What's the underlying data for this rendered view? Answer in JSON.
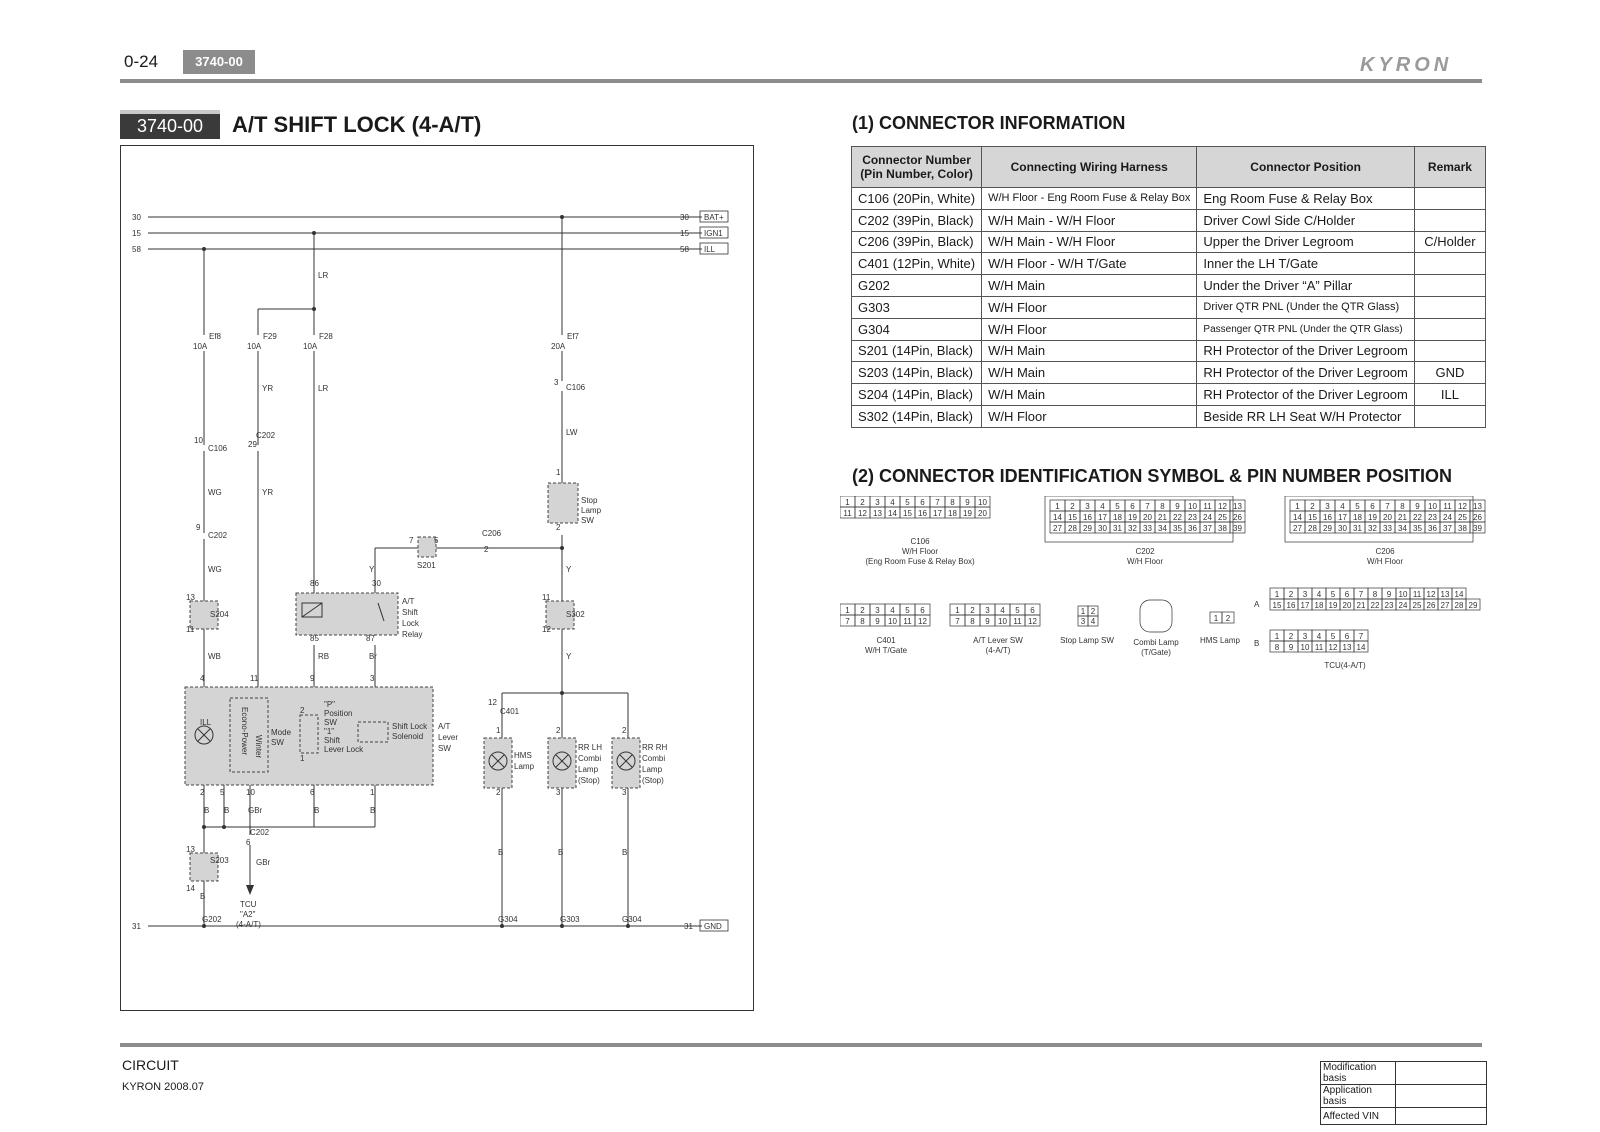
{
  "header": {
    "page_number": "0-24",
    "section_code": "3740-00",
    "brand": "KYRON"
  },
  "section": {
    "code": "3740-00",
    "title": "A/T SHIFT LOCK (4-A/T)"
  },
  "diagram": {
    "rails": [
      {
        "left": "30",
        "right": "30",
        "tag": "BAT+"
      },
      {
        "left": "15",
        "right": "15",
        "tag": "IGN1"
      },
      {
        "left": "58",
        "right": "58",
        "tag": "ILL"
      }
    ],
    "ground": {
      "left": "31",
      "right": "31",
      "tag": "GND"
    },
    "fuses": [
      {
        "name": "Ef8",
        "rating": "10A"
      },
      {
        "name": "F29",
        "rating": "10A"
      },
      {
        "name": "F28",
        "rating": "10A"
      },
      {
        "name": "Ef7",
        "rating": "20A"
      }
    ],
    "wire_labels": {
      "lr": "LR",
      "yr": "YR",
      "lw": "LW",
      "wg": "WG",
      "y": "Y",
      "wb": "WB",
      "rb": "RB",
      "br": "Br",
      "b": "B",
      "gbr": "GBr"
    },
    "connectors": {
      "c106": "C106",
      "c202": "C202",
      "c206": "C206",
      "c401": "C401",
      "s204": "S204",
      "s201": "S201",
      "s302": "S302",
      "s203": "S203",
      "g202": "G202",
      "g304": "G304",
      "g303": "G303"
    },
    "pins": {
      "p3": "3",
      "p10": "10",
      "p29": "29",
      "p9": "9",
      "p1": "1",
      "p2": "2",
      "p7": "7",
      "p5": "5",
      "p13": "13",
      "p11": "11",
      "p12": "12",
      "p14": "14",
      "p86": "86",
      "p30": "30",
      "p85": "85",
      "p87": "87",
      "p4": "4",
      "p6": "6"
    },
    "components": {
      "stop_lamp_sw": [
        "Stop",
        "Lamp",
        "SW"
      ],
      "relay": [
        "A/T",
        "Shift",
        "Lock",
        "Relay"
      ],
      "lever_sw": [
        "A/T",
        "Lever",
        "SW"
      ],
      "ill": "ILL",
      "mode_sw": [
        "Mode",
        "SW"
      ],
      "econo_power": "Econo-Power",
      "winter": "Winter",
      "position_sw": [
        "\"P\"",
        "Position",
        "SW",
        "\"1\"",
        "Shift",
        "Lever Lock"
      ],
      "solenoid": [
        "Shift Lock",
        "Solenoid"
      ],
      "hms_lamp": [
        "HMS",
        "Lamp"
      ],
      "rr_lh": [
        "RR LH",
        "Combi",
        "Lamp",
        "(Stop)"
      ],
      "rr_rh": [
        "RR RH",
        "Combi",
        "Lamp",
        "(Stop)"
      ],
      "tcu": [
        "TCU",
        "\"A2\"",
        "(4-A/T)"
      ]
    }
  },
  "connector_information": {
    "title": "(1) CONNECTOR INFORMATION",
    "headers": [
      "Connector Number (Pin Number, Color)",
      "Connecting Wiring Harness",
      "Connector Position",
      "Remark"
    ],
    "rows": [
      [
        "C106 (20Pin, White)",
        "W/H Floor - Eng Room Fuse & Relay Box",
        "Eng Room Fuse & Relay Box",
        ""
      ],
      [
        "C202 (39Pin, Black)",
        "W/H Main - W/H Floor",
        "Driver Cowl Side C/Holder",
        ""
      ],
      [
        "C206 (39Pin, Black)",
        "W/H Main - W/H Floor",
        "Upper the Driver Legroom",
        "C/Holder"
      ],
      [
        "C401 (12Pin, White)",
        "W/H Floor - W/H T/Gate",
        "Inner the LH T/Gate",
        ""
      ],
      [
        "G202",
        "W/H Main",
        "Under the Driver “A” Pillar",
        ""
      ],
      [
        "G303",
        "W/H Floor",
        "Driver QTR PNL (Under the QTR Glass)",
        ""
      ],
      [
        "G304",
        "W/H Floor",
        "Passenger QTR PNL (Under the QTR Glass)",
        ""
      ],
      [
        "S201 (14Pin, Black)",
        "W/H Main",
        "RH Protector of the Driver Legroom",
        ""
      ],
      [
        "S203 (14Pin, Black)",
        "W/H Main",
        "RH Protector of the Driver Legroom",
        "GND"
      ],
      [
        "S204 (14Pin, Black)",
        "W/H Main",
        "RH Protector of the Driver Legroom",
        "ILL"
      ],
      [
        "S302 (14Pin, Black)",
        "W/H Floor",
        "Beside RR LH Seat W/H Protector",
        ""
      ]
    ]
  },
  "connector_identification": {
    "title": "(2) CONNECTOR IDENTIFICATION SYMBOL & PIN NUMBER POSITION",
    "c106": {
      "name": "C106",
      "harness": "W/H Floor",
      "note": "(Eng Room Fuse & Relay Box)"
    },
    "c202": {
      "name": "C202",
      "harness": "W/H Floor"
    },
    "c206": {
      "name": "C206",
      "harness": "W/H Floor"
    },
    "c401": {
      "name": "C401",
      "harness": "W/H T/Gate"
    },
    "lever_sw": {
      "name": "A/T Lever SW",
      "note": "(4-A/T)"
    },
    "stop_lamp": {
      "name": "Stop Lamp SW"
    },
    "combi": {
      "name": "Combi Lamp",
      "note": "(T/Gate)"
    },
    "hms": {
      "name": "HMS Lamp"
    },
    "tcu": {
      "name": "TCU(4-A/T)",
      "row_a": "A",
      "row_b": "B"
    }
  },
  "footer": {
    "section": "CIRCUIT",
    "model": "KYRON 2008.07",
    "info_labels": [
      "Modification basis",
      "Application basis",
      "Affected VIN"
    ]
  }
}
